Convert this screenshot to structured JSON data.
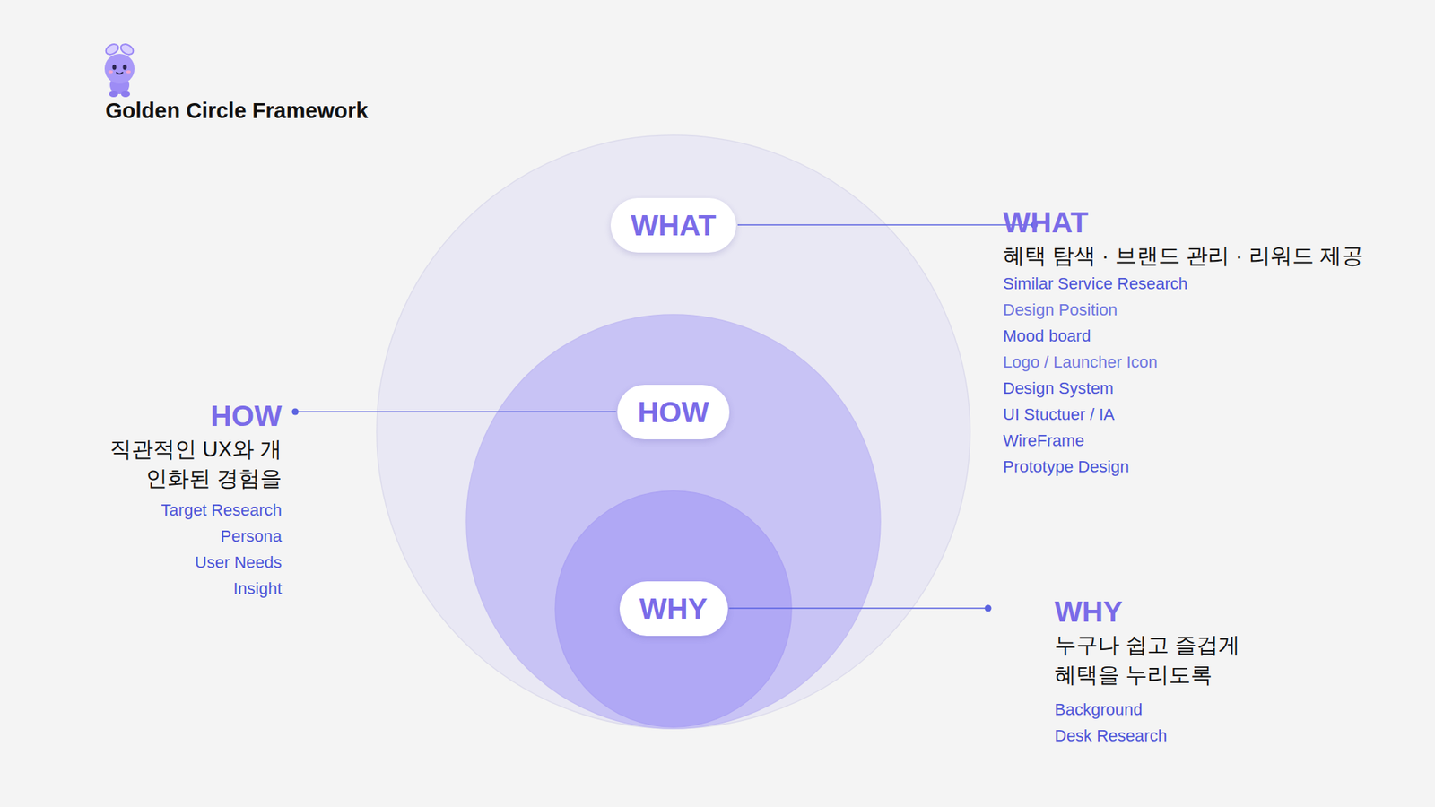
{
  "diagram": {
    "title": "Golden Circle Framework",
    "nodes": [
      {
        "text": [
          "WHAT"
        ]
      },
      {
        "text": [
          "HOW"
        ],
        "in": 0
      },
      {
        "text": [
          "WHY"
        ],
        "in": 1
      }
    ],
    "labels": [
      "WHAT",
      "혜택 탐색 · 브랜드 관리 · 리워드 제공",
      "Similar Service Research",
      "Design Position",
      "Mood board",
      "Logo / Launcher Icon",
      "Design System",
      "UI Stuctuer / IA",
      "WireFrame",
      "Prototype Design",
      "HOW",
      "직관적인 UX와 개인화된 경험을",
      "Target Research",
      "Persona",
      "User Needs",
      "Insight",
      "WHY",
      "누구나 쉽고 즐겁게 혜택을 누리도록",
      "Background",
      "Desk Research"
    ]
  }
}
